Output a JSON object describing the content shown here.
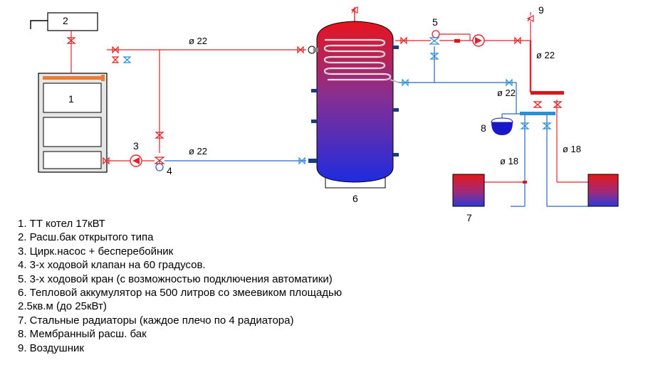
{
  "diagram": {
    "component_numbers": {
      "boiler": "1",
      "open_expansion_tank": "2",
      "pump_boiler": "3",
      "valve_3way": "4",
      "mixing_valve": "5",
      "accumulator": "6",
      "radiators": "7",
      "membrane_tank": "8",
      "air_vent": "9"
    },
    "pipe_labels": {
      "top_main": "ø 22",
      "bottom_main": "ø 22",
      "riser": "ø 22",
      "return_to_tank": "ø 22",
      "radiator_supply": "ø 18",
      "radiator_return": "ø 18"
    },
    "colors": {
      "hot": "#e8202a",
      "cold": "#2c64c8",
      "valve_hot": "#e02020",
      "valve_cold": "#2a8fd8"
    }
  },
  "legend": [
    "1. ТТ котел 17кВТ",
    "2. Расш.бак открытого типа",
    "3. Цирк.насос + бесперебойник",
    "4. 3-х ходовой клапан на 60 градусов.",
    "5. 3-х ходовой кран (с возможностью подключения автоматики)",
    "6. Тепловой аккумулятор на 500 литров со змеевиком площадью",
    "2.5кв.м (до 25кВт)",
    "7. Стальные радиаторы (каждое плечо по 4 радиатора)",
    "8. Мембранный расш. бак",
    "9. Воздушник"
  ]
}
